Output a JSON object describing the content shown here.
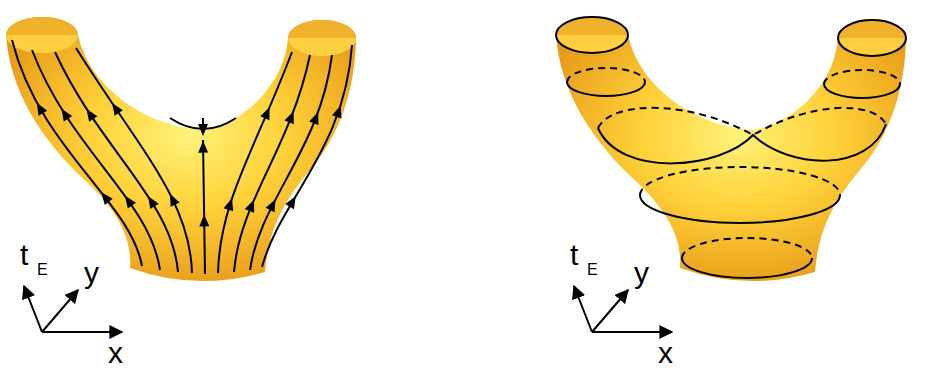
{
  "diagram": {
    "labels": [
      "t",
      "E",
      "y",
      "x",
      "t",
      "E",
      "y",
      "x"
    ]
  }
}
